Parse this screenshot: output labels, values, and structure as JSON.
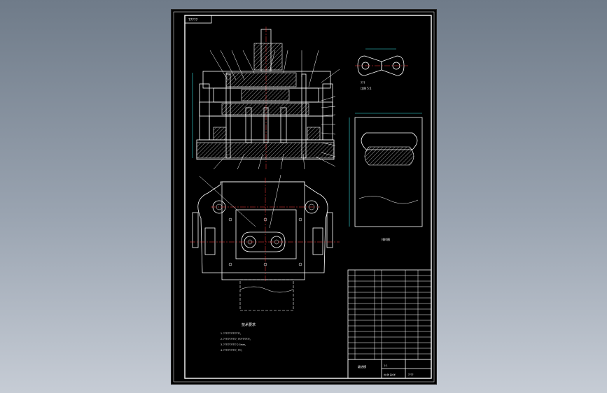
{
  "drawing": {
    "title_tag": "?????",
    "tech_notes_title": "技术要求",
    "tech_notes": [
      "1. ??????????????。",
      "2. ???????????, ??????????。",
      "3. ??????????? 2.5mm。",
      "4. ???????????, ???。"
    ],
    "detail_a_label": "比例 5:1",
    "detail_b_label": "排样图",
    "title_block": {
      "drawing_name": "级进模",
      "scale": "1:1",
      "sheet": "共1张 第1张",
      "org": "????"
    },
    "colors": {
      "background": "#000000",
      "line": "#ffffff",
      "centerline": "#ff3b3b",
      "thin": "#39e6e6"
    }
  }
}
